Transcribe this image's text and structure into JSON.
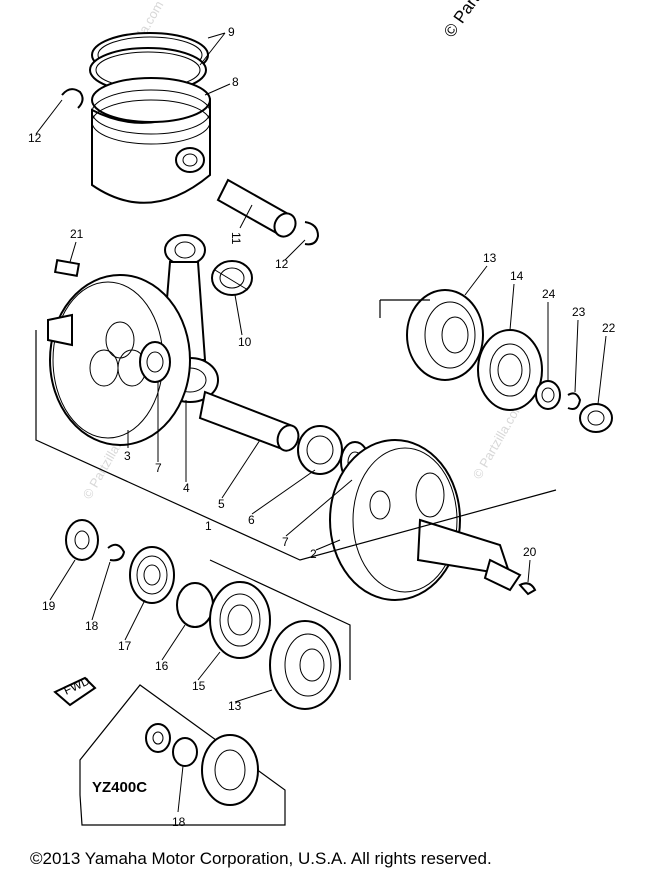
{
  "diagram": {
    "brand_watermark": "© Partzilla",
    "faint_watermark": "© Partzilla.com",
    "model_label": "YZ400C",
    "fwd_label": "FWD",
    "callouts": [
      "9",
      "8",
      "12",
      "11",
      "12",
      "21",
      "10",
      "3",
      "7",
      "4",
      "5",
      "6",
      "1",
      "7",
      "2",
      "13",
      "14",
      "24",
      "23",
      "22",
      "20",
      "19",
      "18",
      "17",
      "16",
      "15",
      "13",
      "18"
    ],
    "copyright": "©2013  Yamaha Motor Corporation, U.S.A. All rights reserved."
  }
}
